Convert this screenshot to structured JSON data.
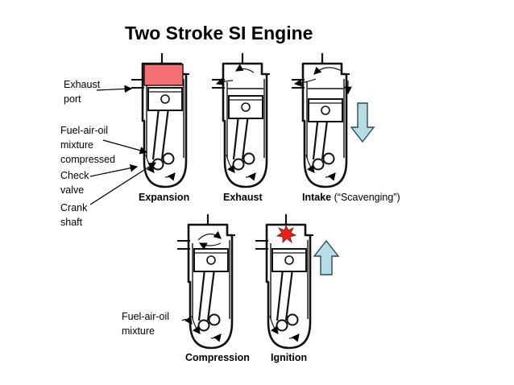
{
  "title": "Two Stroke SI Engine",
  "labels": {
    "exhaust_port": "Exhaust\nport",
    "mixture_compressed": "Fuel-air-oil\nmixture\ncompressed",
    "check_valve": "Check\nvalve",
    "crank_shaft": "Crank\nshaft",
    "fuel_air_oil_mixture": "Fuel-air-oil\nmixture"
  },
  "captions": {
    "expansion": "Expansion",
    "exhaust": "Exhaust",
    "intake": "Intake",
    "intake_sub": "(“Scavenging”)",
    "compression": "Compression",
    "ignition": "Ignition"
  },
  "colors": {
    "expansion_gas": "#f47074",
    "arrow_fill": "#b6dde3",
    "arrow_stroke": "#2a4a55",
    "spark": "#e8231b"
  },
  "icons": {
    "down_arrow": "down-arrow-icon",
    "up_arrow": "up-arrow-icon",
    "spark": "spark-icon"
  }
}
